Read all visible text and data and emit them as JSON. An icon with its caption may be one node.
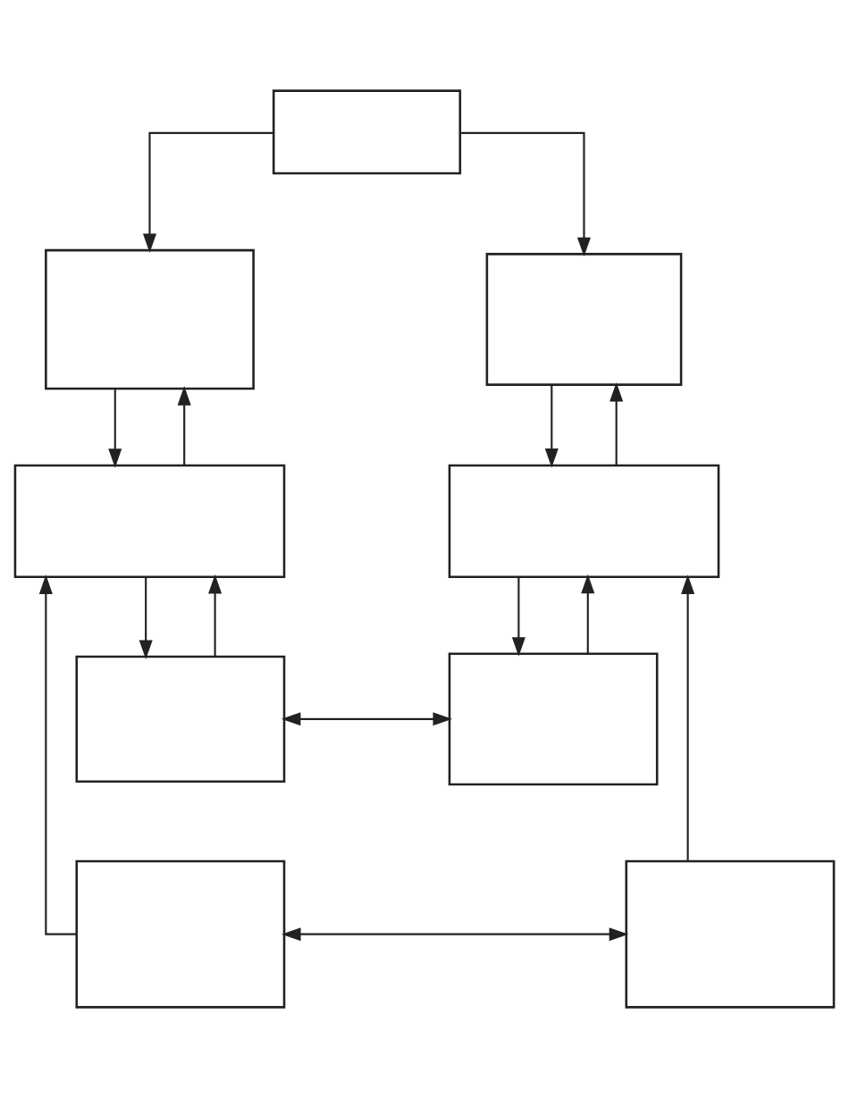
{
  "diagram": {
    "nodes": [
      {
        "text": [],
        "shape": "box"
      },
      {
        "text": [],
        "shape": "box"
      },
      {
        "text": [],
        "shape": "box"
      },
      {
        "text": [],
        "shape": "box"
      },
      {
        "text": [],
        "shape": "box"
      },
      {
        "text": [],
        "shape": "box"
      },
      {
        "text": [],
        "shape": "box"
      },
      {
        "text": [],
        "shape": "box"
      },
      {
        "text": [],
        "shape": "box"
      }
    ],
    "edges": [
      {
        "from": 0,
        "to": 1,
        "arrow": "to"
      },
      {
        "from": 0,
        "to": 2,
        "arrow": "to"
      },
      {
        "from": 1,
        "to": 3,
        "arrow": "to"
      },
      {
        "from": 3,
        "to": 1,
        "arrow": "to"
      },
      {
        "from": 4,
        "to": 2,
        "arrow": "to"
      },
      {
        "from": 2,
        "to": 4,
        "arrow": "to"
      },
      {
        "from": 3,
        "to": 5,
        "arrow": "to"
      },
      {
        "from": 4,
        "to": 6,
        "arrow": "to"
      },
      {
        "from": 5,
        "to": 3,
        "arrow": "to"
      },
      {
        "from": 7,
        "to": 3,
        "arrow": "to"
      },
      {
        "from": 6,
        "to": 4,
        "arrow": "to"
      },
      {
        "from": 8,
        "to": 4,
        "arrow": "to"
      },
      {
        "from": 5,
        "to": 6,
        "arrow": "both"
      },
      {
        "from": 7,
        "to": 8,
        "arrow": "both"
      }
    ]
  }
}
